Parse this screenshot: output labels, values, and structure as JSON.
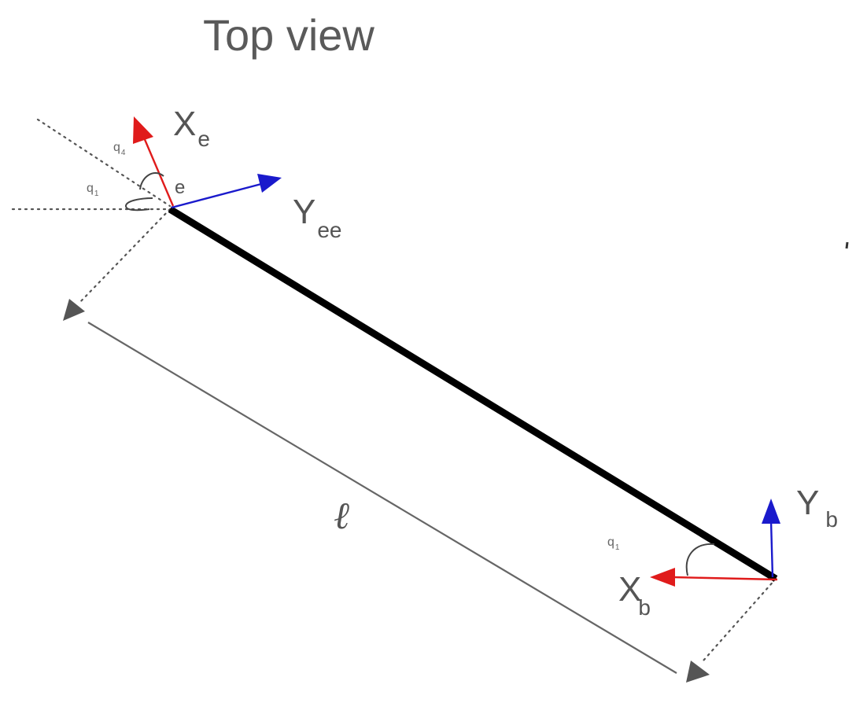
{
  "title": "Top view",
  "end_effector_frame": {
    "x_axis": {
      "letter": "X",
      "subscript": "e",
      "color": "#e01b1b"
    },
    "y_axis": {
      "letter": "Y",
      "subscript": "ee",
      "color": "#1a1acc"
    },
    "origin_label": "e",
    "angle_q4": {
      "letter": "q",
      "subscript": "4"
    },
    "angle_q1": {
      "letter": "q",
      "subscript": "1"
    }
  },
  "base_frame": {
    "x_axis": {
      "letter": "X",
      "subscript": "b",
      "color": "#e01b1b"
    },
    "y_axis": {
      "letter": "Y",
      "subscript": "b",
      "color": "#1a1acc"
    },
    "angle_q1": {
      "letter": "q",
      "subscript": "1"
    }
  },
  "link": {
    "length_symbol": "ℓ",
    "color": "#000000"
  },
  "colors": {
    "guide_line": "#555555",
    "dimension_line": "#666666",
    "text": "#555555"
  }
}
